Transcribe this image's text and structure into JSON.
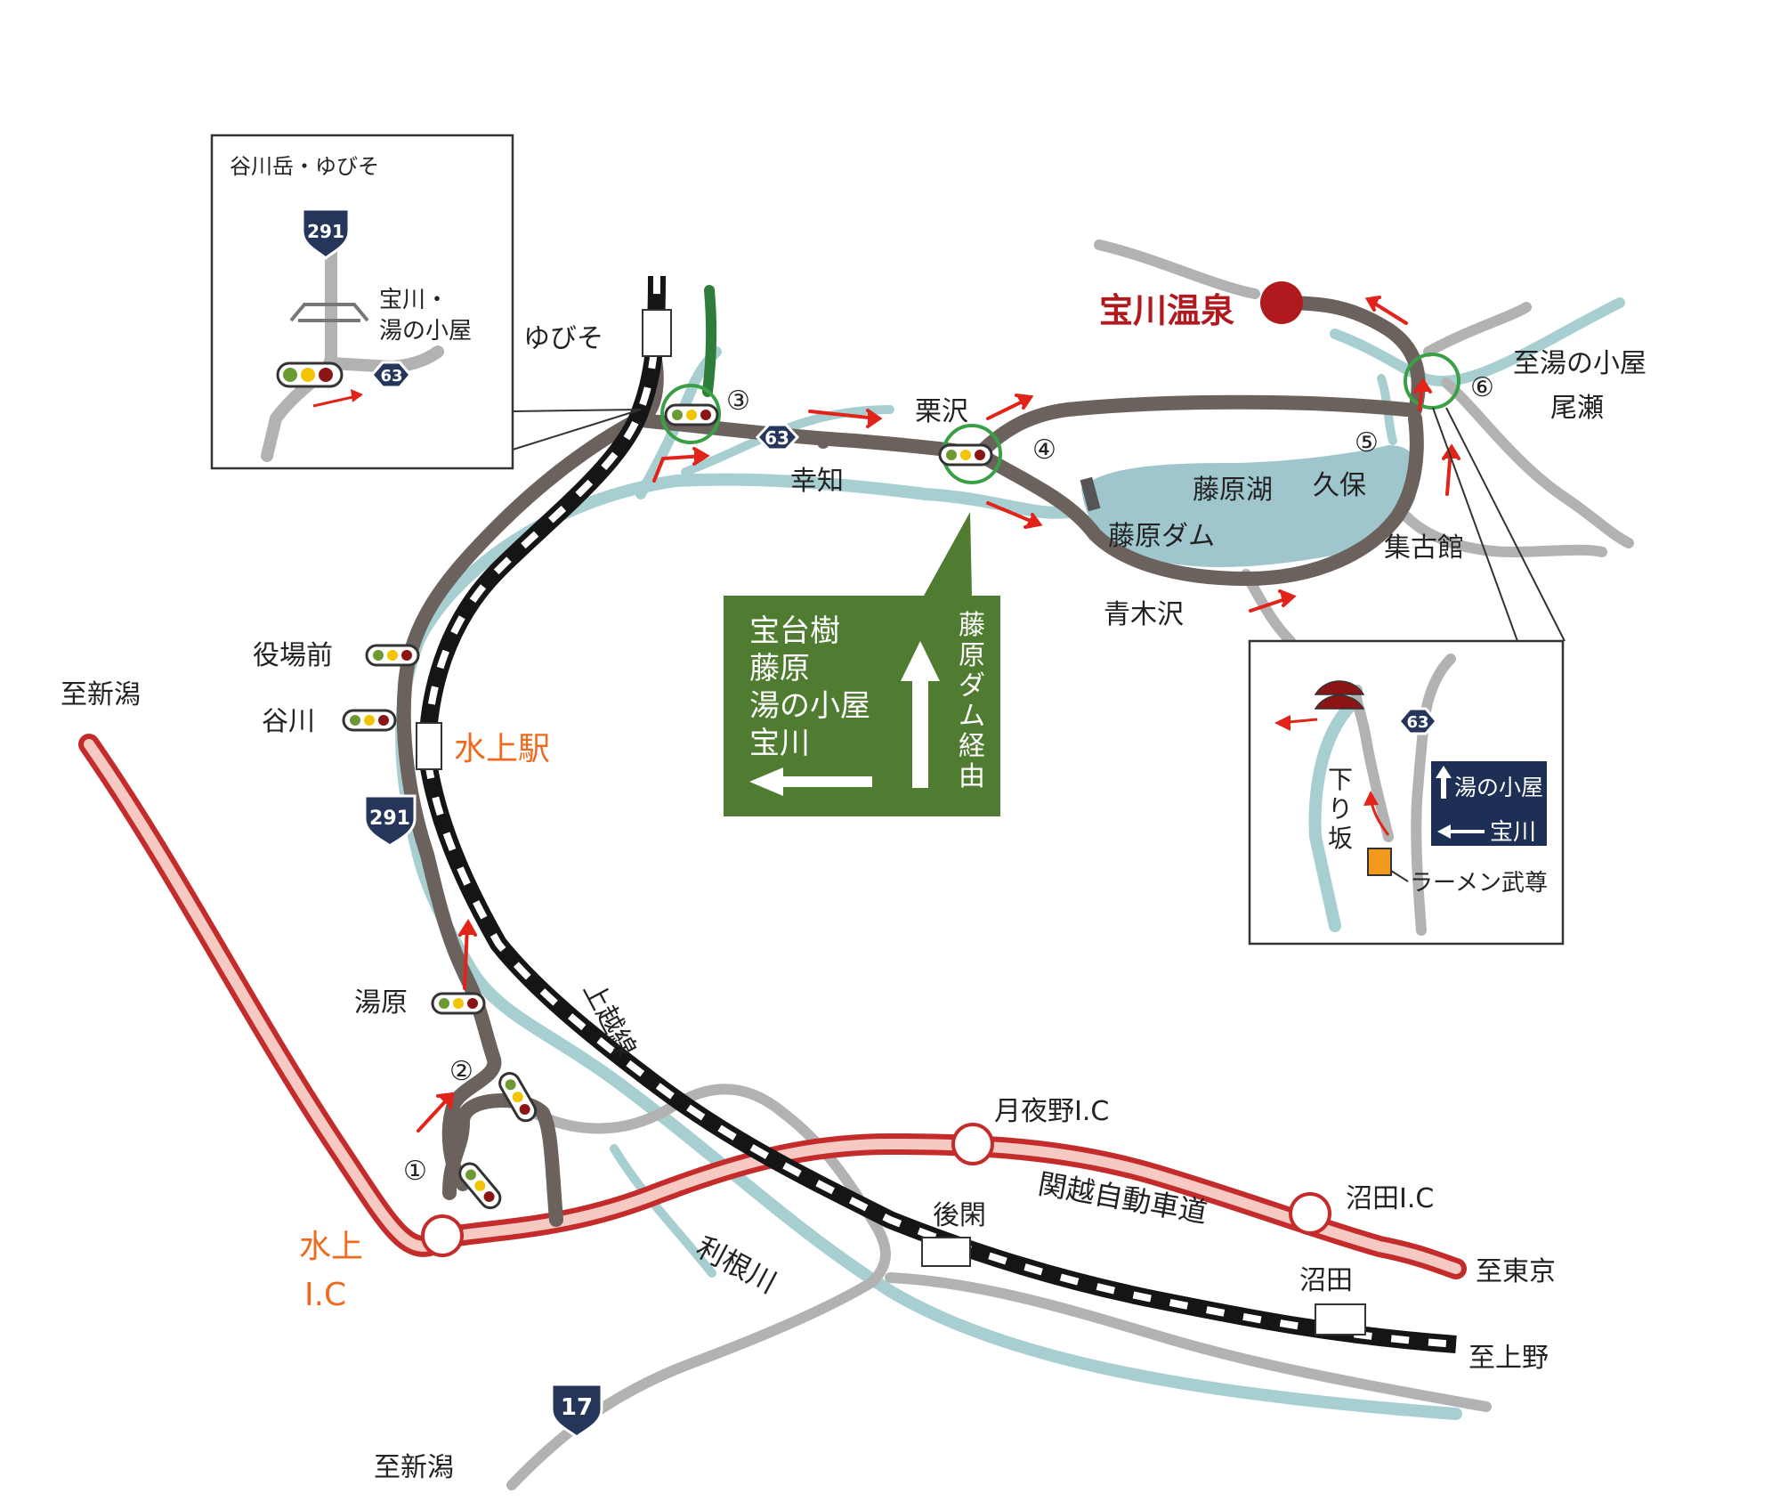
{
  "colors": {
    "road": "#6b625d",
    "road_light": "#b2b2b2",
    "river": "#a7cfd2",
    "lake": "#9fc6cd",
    "highway_fill": "#f7c9c3",
    "highway_edge": "#c42b2b",
    "rail_dark": "#151515",
    "red_accent": "#b01a1f",
    "orange_accent": "#ee6a1e",
    "arrow_red": "#e2231a",
    "green_panel": "#4f7c30",
    "green_circle": "#3aa046",
    "green_road": "#2f7d3a",
    "route_blue": "#25365a",
    "ramen_orange": "#f39a1e",
    "sign_navy": "#1e2f55"
  },
  "labels": {
    "destination": "宝川温泉",
    "station": "水上駅",
    "ic": {
      "line1": "水上",
      "line2": "I.C"
    },
    "yubiso": "ゆびそ",
    "kurisawa": "栗沢",
    "kochi": "幸知",
    "fujiwara_lake": "藤原湖",
    "kubo": "久保",
    "fujiwara_dam": "藤原ダム",
    "shukokan": "集古館",
    "aokisawa": "青木沢",
    "to_yunokoya": "至湯の小屋",
    "oze": "尾瀬",
    "yakubamae": "役場前",
    "tanigawa": "谷川",
    "yuhara": "湯原",
    "to_niigata_top": "至新潟",
    "to_niigata_bottom": "至新潟",
    "joetsu_line": "上越線",
    "tsukiyono": "月夜野I.C",
    "kan_etsu": "関越自動車道",
    "numata_ic": "沼田I.C",
    "to_tokyo": "至東京",
    "gokan": "後閑",
    "tonegawa": "利根川",
    "numata": "沼田",
    "to_ueno": "至上野"
  },
  "numbers": [
    "①",
    "②",
    "③",
    "④",
    "⑤",
    "⑥"
  ],
  "route_shields": {
    "r291_main": "291",
    "r63_main": "63",
    "r17": "17",
    "inset1_291": "291",
    "inset1_63": "63",
    "inset2_63": "63"
  },
  "green_sign": {
    "left_lines": [
      "宝台樹",
      "藤原",
      "湯の小屋",
      "宝川"
    ],
    "right_vertical": [
      "藤",
      "原",
      "ダ",
      "ム",
      "経",
      "由"
    ]
  },
  "inset1": {
    "top_label": "谷川岳・ゆびそ",
    "side_label_1": "宝川・",
    "side_label_2": "湯の小屋"
  },
  "inset2": {
    "slope_label": [
      "下",
      "り",
      "坂"
    ],
    "ramen": "ラーメン武尊",
    "sign_line1": "湯の小屋",
    "sign_line2": "宝川"
  }
}
